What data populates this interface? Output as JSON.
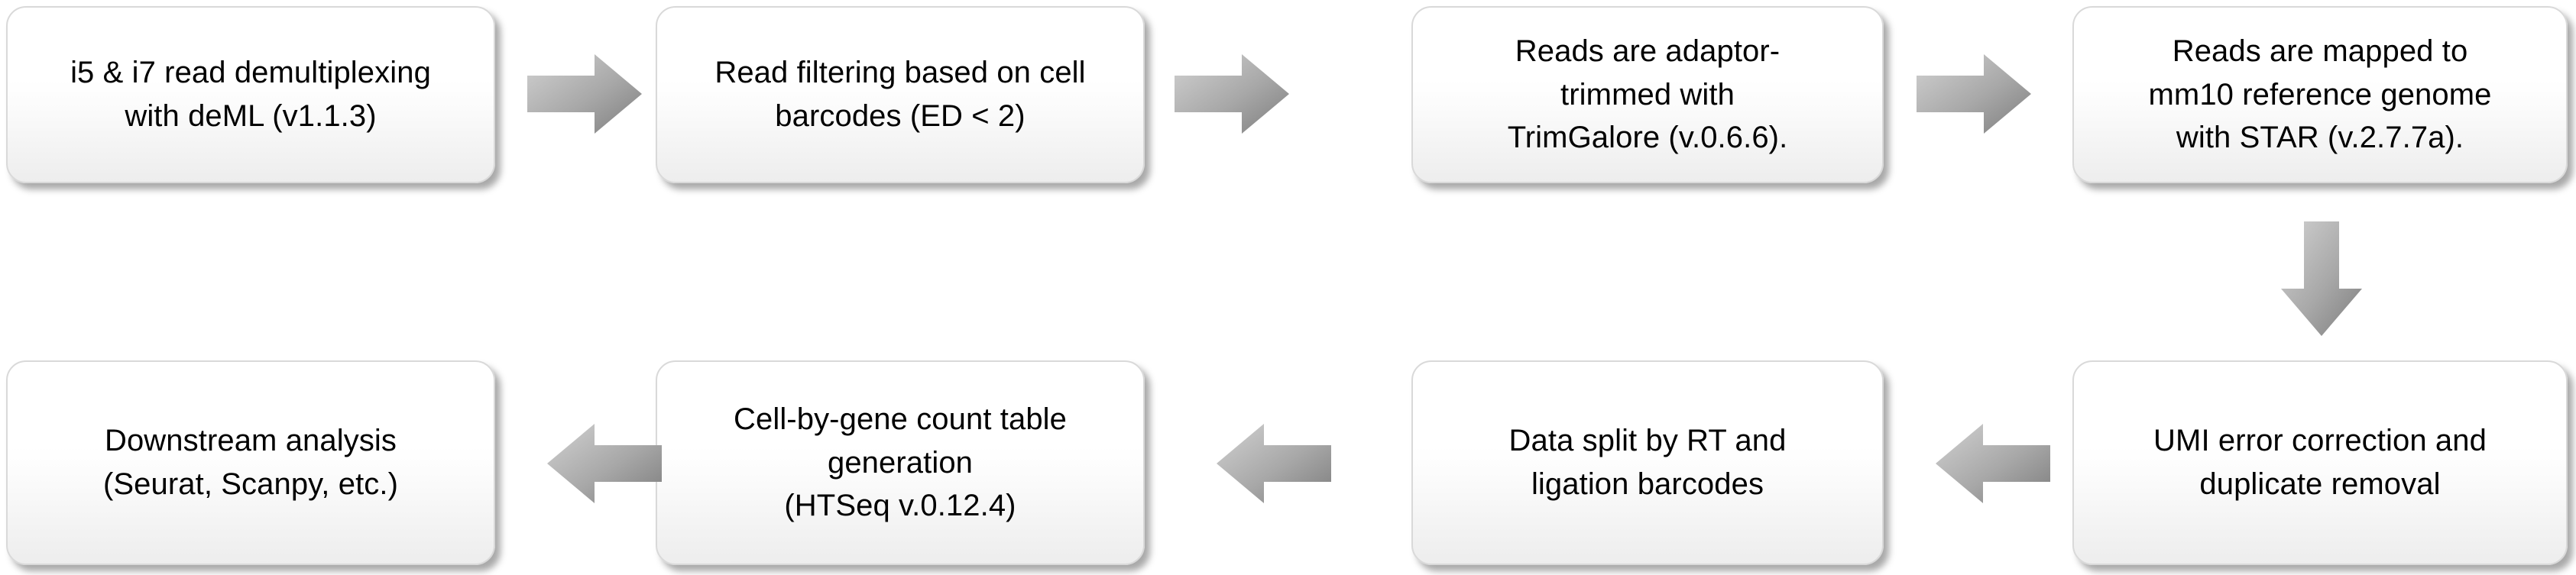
{
  "diagram": {
    "title": "sci-RNA-seq data processing pipeline flowchart",
    "background_color": "#ffffff",
    "box_fill_top_color": "#ffffff",
    "box_fill_bottom_color": "#ededed",
    "box_border_color": "#d9d9d9",
    "text_color": "#000000",
    "arrow_light_color": "#cfcfcf",
    "arrow_dark_color": "#7a7a7a"
  },
  "nodes": [
    {
      "id": "demultiplexing",
      "row": 1,
      "col": 1,
      "text": "i5 & i7 read demultiplexing\nwith deML (v1.1.3)"
    },
    {
      "id": "read-filtering",
      "row": 1,
      "col": 2,
      "text": "Read filtering based on cell\nbarcodes (ED < 2)"
    },
    {
      "id": "adaptor-trimming",
      "row": 1,
      "col": 3,
      "text": "Reads are adaptor-\ntrimmed with\nTrimGalore (v.0.6.6)."
    },
    {
      "id": "read-mapping",
      "row": 1,
      "col": 4,
      "text": "Reads are mapped to\nmm10 reference genome\nwith STAR (v.2.7.7a)."
    },
    {
      "id": "downstream-analysis",
      "row": 2,
      "col": 1,
      "text": "Downstream analysis\n(Seurat, Scanpy, etc.)"
    },
    {
      "id": "count-table",
      "row": 2,
      "col": 2,
      "text": "Cell-by-gene count table\ngeneration\n(HTSeq v.0.12.4)"
    },
    {
      "id": "data-split",
      "row": 2,
      "col": 3,
      "text": "Data split by RT and\nligation barcodes"
    },
    {
      "id": "umi-correction",
      "row": 2,
      "col": 4,
      "text": "UMI error correction and\nduplicate removal"
    }
  ],
  "arrows": [
    {
      "id": "arrow-demultiplexing-to-filtering",
      "direction": "right"
    },
    {
      "id": "arrow-filtering-to-trimming",
      "direction": "right"
    },
    {
      "id": "arrow-trimming-to-mapping",
      "direction": "right"
    },
    {
      "id": "arrow-mapping-to-umi",
      "direction": "down"
    },
    {
      "id": "arrow-umi-to-split",
      "direction": "left"
    },
    {
      "id": "arrow-split-to-count-table",
      "direction": "left"
    },
    {
      "id": "arrow-count-table-to-downstream",
      "direction": "left"
    }
  ]
}
